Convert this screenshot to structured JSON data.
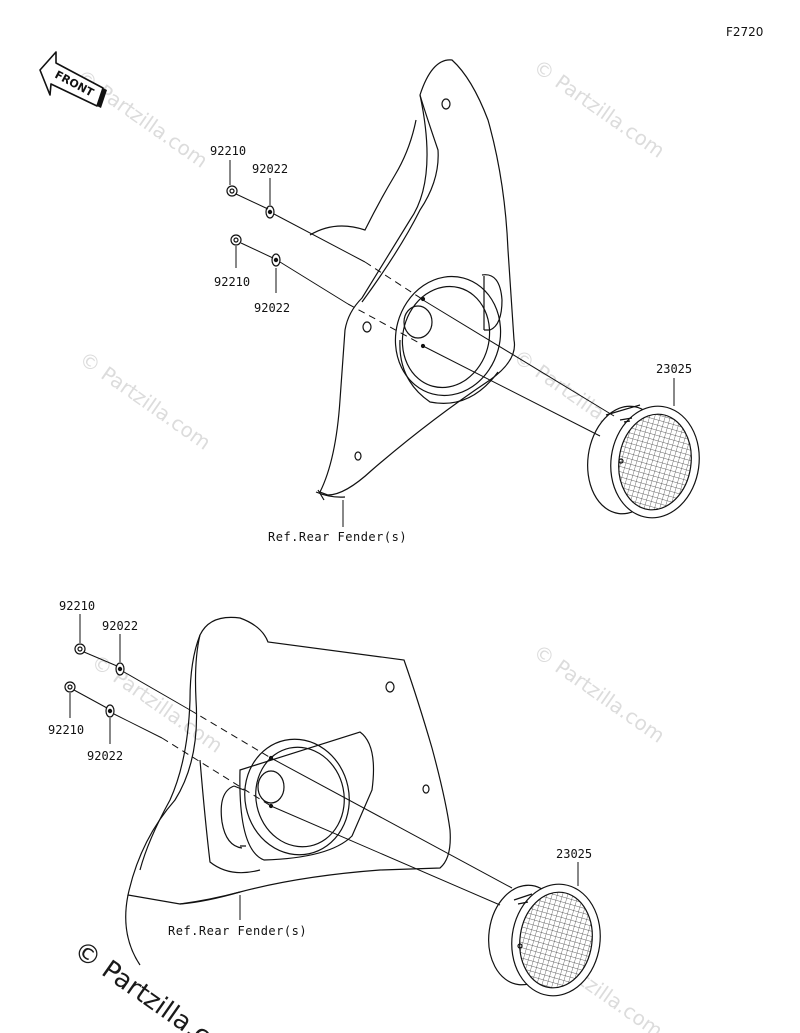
{
  "diagram_code": "F2720",
  "front_label": "FRONT",
  "watermark": "© Partzilla.com",
  "watermark_corner": "© Partzilla.c",
  "top_assembly": {
    "labels": {
      "nut_upper": "92210",
      "washer_upper": "92022",
      "nut_lower": "92210",
      "washer_lower": "92022",
      "speaker": "23025",
      "fender_ref": "Ref.Rear Fender(s)"
    }
  },
  "bottom_assembly": {
    "labels": {
      "nut_upper": "92210",
      "washer_upper": "92022",
      "nut_lower": "92210",
      "washer_lower": "92022",
      "speaker": "23025",
      "fender_ref": "Ref.Rear Fender(s)"
    }
  }
}
